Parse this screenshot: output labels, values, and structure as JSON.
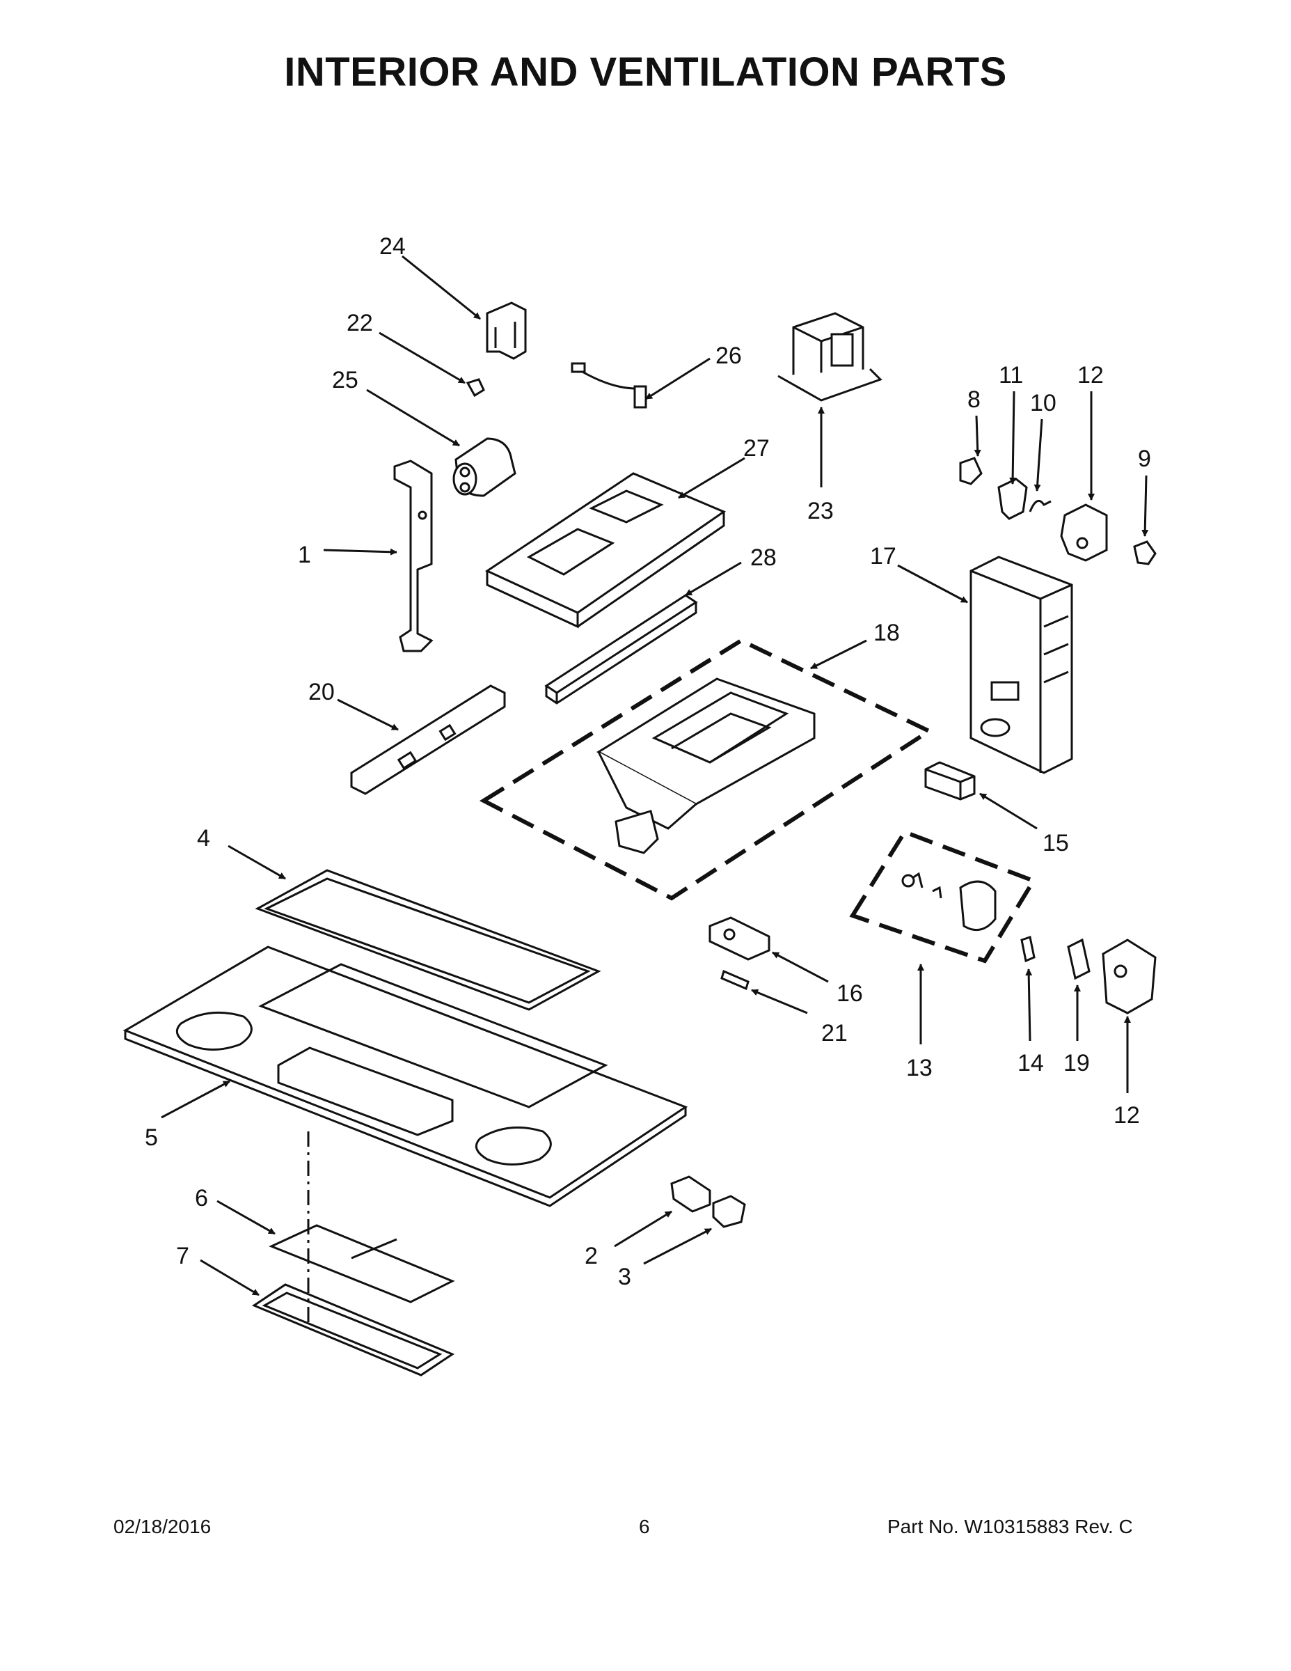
{
  "title": "INTERIOR AND VENTILATION PARTS",
  "callouts": [
    "1",
    "2",
    "3",
    "4",
    "5",
    "6",
    "7",
    "8",
    "9",
    "10",
    "11",
    "12",
    "12",
    "13",
    "14",
    "15",
    "16",
    "17",
    "18",
    "19",
    "20",
    "21",
    "22",
    "23",
    "24",
    "25",
    "26",
    "27",
    "28"
  ],
  "footer": {
    "date": "02/18/2016",
    "page": "6",
    "part_no": "Part No.  W10315883  Rev.  C"
  }
}
